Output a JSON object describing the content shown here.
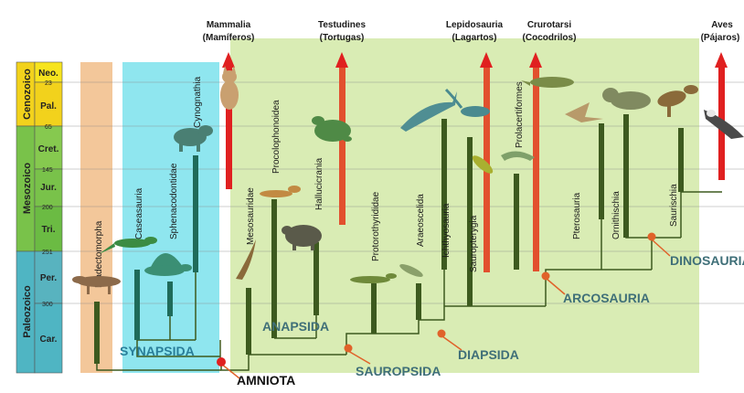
{
  "timescale": {
    "eras": [
      {
        "name": "Cenozoico",
        "color": "#f2d21c"
      },
      {
        "name": "Mesozoico",
        "color": "#79c24a"
      },
      {
        "name": "Paleozoico",
        "color": "#4fb5c3"
      }
    ],
    "periods": [
      "Neo.",
      "Pal.",
      "Cret.",
      "Jur.",
      "Tri.",
      "Per.",
      "Car."
    ],
    "ages_ma": [
      "23",
      "65",
      "145",
      "200",
      "251",
      "300"
    ]
  },
  "top_labels": {
    "mammalia": [
      "Mammalia",
      "(Mamíferos)"
    ],
    "testudines": [
      "Testudines",
      "(Tortugas)"
    ],
    "lepidosauria": [
      "Lepidosauria",
      "(Lagartos)"
    ],
    "crurotarsi": [
      "Crurotarsi",
      "(Cocodrilos)"
    ],
    "aves": [
      "Aves",
      "(Pájaros)"
    ]
  },
  "taxa": {
    "diadectomorpha": "Diadectomorpha",
    "caseasauria": "Caseasauria",
    "sphenacodontidae": "Sphenacodontidae",
    "cynognathia": "Cynognathia",
    "mesosauridae": "Mesosauridae",
    "procolophonoidea": "Procolophonoidea",
    "hallucicrania": "Hallucicrania",
    "protorothyrididae": "Protorothyrididae",
    "araeoscelida": "Araeoscelida",
    "ichthyosauria": "Ichthyosauria",
    "sauropterygia": "Sauropterygia",
    "prolacertiformes": "Prolacertiformes",
    "pterosauria": "Pterosauria",
    "ornithischia": "Ornithischia",
    "saurischia": "Saurischia"
  },
  "clades": {
    "synapsida": "SYNAPSIDA",
    "anapsida": "ANAPSIDA",
    "diapsida": "DIAPSIDA",
    "arcosauria": "ARCOSAURIA",
    "dinosauria": "DINOSAURIA",
    "sauropsida": "SAUROPSIDA",
    "amniota": "AMNIOTA"
  },
  "colors": {
    "diadectomorpha_band": "#f3c79a",
    "synapsida_band": "#8fe6ef",
    "sauropsida_band": "#d9ecb4",
    "lineage": "#3d5a1f",
    "synapsid_lineage": "#1f6b5a",
    "living_group_arrow": "#e02020",
    "node_dot": "#e0622a",
    "clade_label_blue": "#2a7f9a",
    "clade_label_sauropsid": "#3f6f78"
  }
}
